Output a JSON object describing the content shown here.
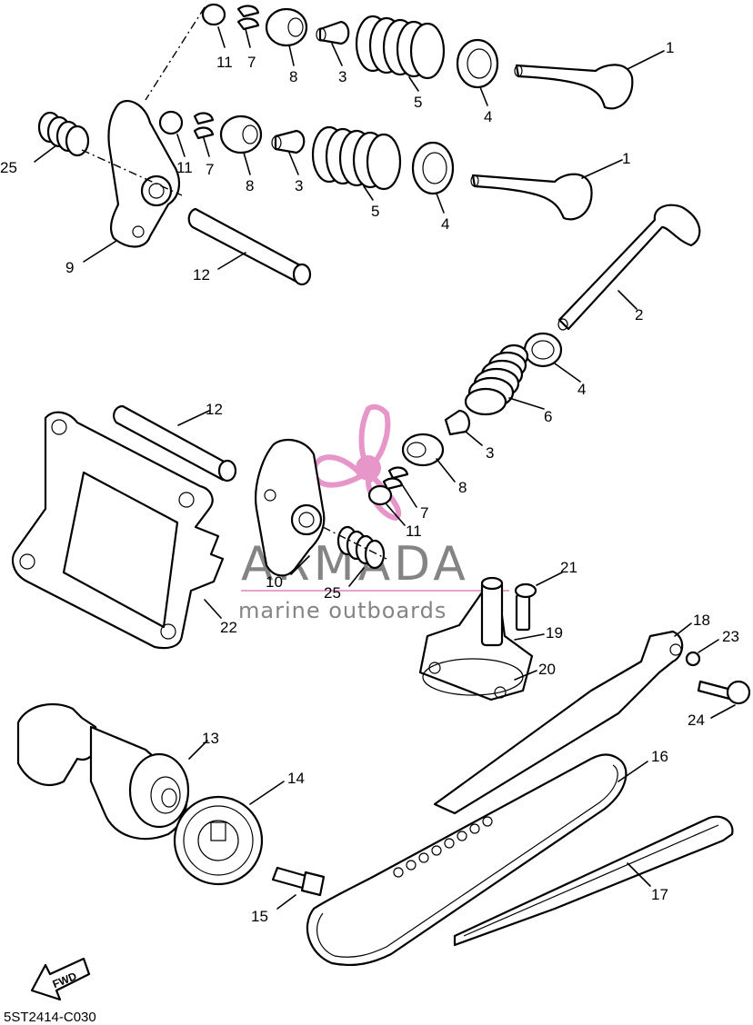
{
  "diagram_code": "5ST2414-C030",
  "fwd_label": "FWD",
  "watermark": {
    "brand": "ARMADA",
    "tagline": "marine outboards",
    "logo_color": "#e48bc3"
  },
  "callouts": [
    {
      "id": "c-1-top",
      "text": "1"
    },
    {
      "id": "c-1-mid",
      "text": "1"
    },
    {
      "id": "c-2",
      "text": "2"
    },
    {
      "id": "c-3-top",
      "text": "3"
    },
    {
      "id": "c-3-mid",
      "text": "3"
    },
    {
      "id": "c-3-low",
      "text": "3"
    },
    {
      "id": "c-4-top",
      "text": "4"
    },
    {
      "id": "c-4-mid",
      "text": "4"
    },
    {
      "id": "c-4-low",
      "text": "4"
    },
    {
      "id": "c-5-top",
      "text": "5"
    },
    {
      "id": "c-5-mid",
      "text": "5"
    },
    {
      "id": "c-6",
      "text": "6"
    },
    {
      "id": "c-7-top",
      "text": "7"
    },
    {
      "id": "c-7-mid",
      "text": "7"
    },
    {
      "id": "c-7-low",
      "text": "7"
    },
    {
      "id": "c-8-top",
      "text": "8"
    },
    {
      "id": "c-8-mid",
      "text": "8"
    },
    {
      "id": "c-8-low",
      "text": "8"
    },
    {
      "id": "c-9",
      "text": "9"
    },
    {
      "id": "c-10",
      "text": "10"
    },
    {
      "id": "c-11-top",
      "text": "11"
    },
    {
      "id": "c-11-mid",
      "text": "11"
    },
    {
      "id": "c-11-low",
      "text": "11"
    },
    {
      "id": "c-12-top",
      "text": "12"
    },
    {
      "id": "c-12-low",
      "text": "12"
    },
    {
      "id": "c-13",
      "text": "13"
    },
    {
      "id": "c-14",
      "text": "14"
    },
    {
      "id": "c-15",
      "text": "15"
    },
    {
      "id": "c-16",
      "text": "16"
    },
    {
      "id": "c-17",
      "text": "17"
    },
    {
      "id": "c-18",
      "text": "18"
    },
    {
      "id": "c-19",
      "text": "19"
    },
    {
      "id": "c-20",
      "text": "20"
    },
    {
      "id": "c-21",
      "text": "21"
    },
    {
      "id": "c-22",
      "text": "22"
    },
    {
      "id": "c-23",
      "text": "23"
    },
    {
      "id": "c-24",
      "text": "24"
    },
    {
      "id": "c-25-top",
      "text": "25"
    },
    {
      "id": "c-25-low",
      "text": "25"
    }
  ]
}
